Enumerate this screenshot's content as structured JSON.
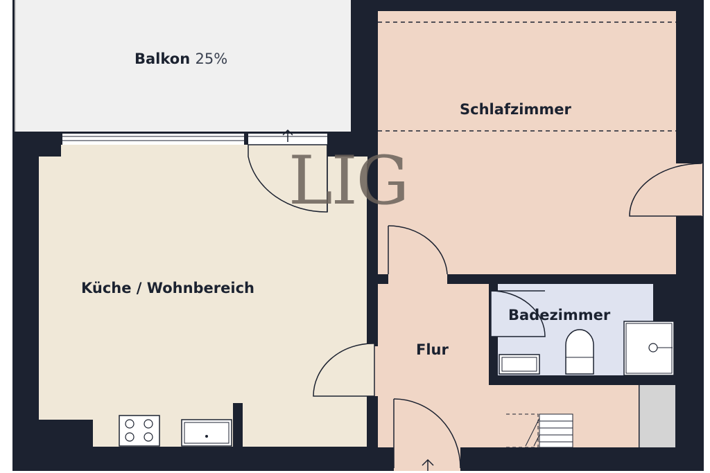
{
  "watermark": "LIG",
  "colors": {
    "wall": "#1c2230",
    "balcony": "#f0f0f0",
    "living": "#f0e8d8",
    "bedroom": "#f0d6c6",
    "hallway": "#f0d6c6",
    "bathroom": "#dfe3f0",
    "storage": "#d4d4d4",
    "door_line": "#1c2230"
  },
  "rooms": {
    "balcony": {
      "name": "Balkon",
      "share": "25%"
    },
    "bedroom": {
      "name": "Schlafzimmer"
    },
    "living": {
      "name": "Küche / Wohnbereich"
    },
    "bathroom": {
      "name": "Badezimmer"
    },
    "hallway": {
      "name": "Flur"
    }
  },
  "icons": [
    "stove-icon",
    "sink-icon",
    "toilet-icon",
    "shower-icon",
    "washbasin-icon",
    "stairs-icon",
    "entrance-arrow-icon"
  ]
}
